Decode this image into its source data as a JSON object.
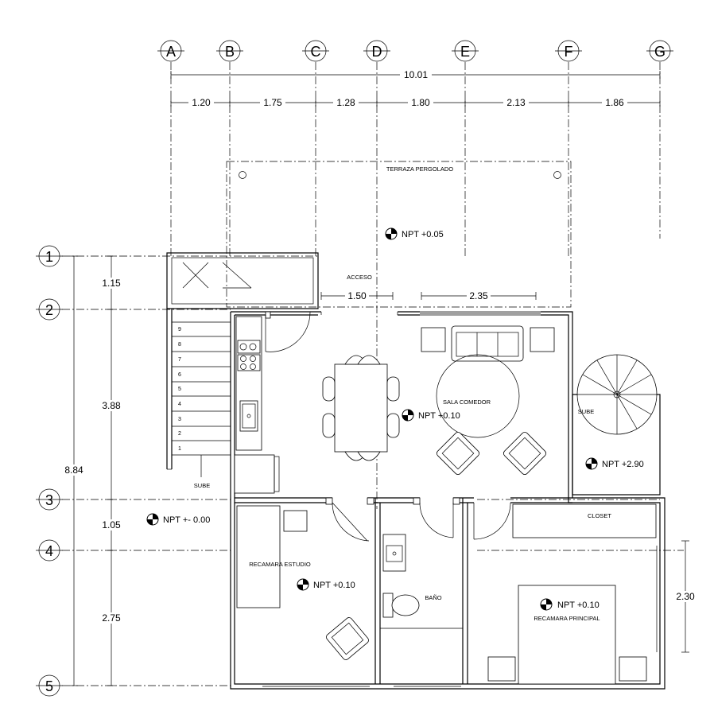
{
  "grid_columns": [
    "A",
    "B",
    "C",
    "D",
    "E",
    "F",
    "G"
  ],
  "grid_rows": [
    "1",
    "2",
    "3",
    "4",
    "5"
  ],
  "overall_width": "10.01",
  "horizontal_spans": [
    "1.20",
    "1.75",
    "1.28",
    "1.80",
    "2.13",
    "1.86"
  ],
  "overall_depth": "8.84",
  "vertical_spans": [
    "1.15",
    "3.88",
    "1.05",
    "2.75"
  ],
  "opening_dims": {
    "acceso_width": "1.50",
    "window_width": "2.35",
    "principal_side": "2.30"
  },
  "rooms": {
    "terraza": "TERRAZA PERGOLADO",
    "acceso": "ACCESO",
    "sala": "SALA COMEDOR",
    "sube_stair": "SUBE",
    "sube_spiral": "SUBE",
    "closet": "CLOSET",
    "estudio": "RECAMARA ESTUDIO",
    "bano": "BAÑO",
    "principal": "RECAMARA PRINCIPAL"
  },
  "levels": {
    "terraza": "NPT +0.05",
    "sala": "NPT +0.10",
    "spiral": "NPT +2.90",
    "exterior": "NPT +- 0.00",
    "estudio": "NPT +0.10",
    "principal": "NPT +0.10"
  },
  "stair_steps": [
    "9",
    "8",
    "7",
    "6",
    "5",
    "4",
    "3",
    "2",
    "1"
  ]
}
